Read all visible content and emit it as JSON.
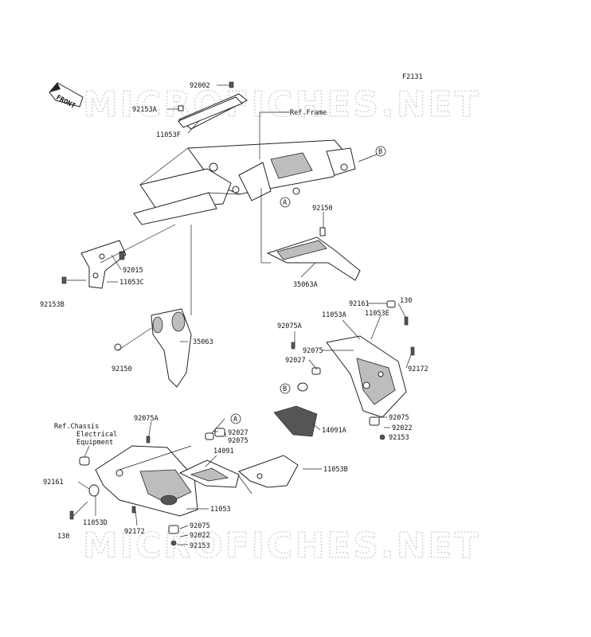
{
  "figure_code": "F2131",
  "watermark": "MICROFICHES.NET",
  "front_indicator": "FRONT",
  "references": {
    "frame": "Ref.Frame",
    "chassis_line1": "Ref.Chassis",
    "chassis_line2": "Electrical",
    "chassis_line3": "Equipment"
  },
  "callouts": [
    "A",
    "B"
  ],
  "part_labels": {
    "p92002": "92002",
    "p92153A": "92153A",
    "p11053F": "11053F",
    "p92150_top": "92150",
    "p92015": "92015",
    "p11053C": "11053C",
    "p92153B": "92153B",
    "p35063A": "35063A",
    "p35063": "35063",
    "p92150_mid": "92150",
    "p92161_r": "92161",
    "p130_r": "130",
    "p11053A": "11053A",
    "p11053E": "11053E",
    "p92075A_r": "92075A",
    "p92075_r1": "92075",
    "p92027_r": "92027",
    "p92172_r": "92172",
    "p92075_r2": "92075",
    "p92022_r": "92022",
    "p92153_r": "92153",
    "p14091A": "14091A",
    "p92075A_l": "92075A",
    "p92027_l": "92027",
    "p92075_l1": "92075",
    "p14091": "14091",
    "p92161_l": "92161",
    "p11053B": "11053B",
    "p11053": "11053",
    "p11053D": "11053D",
    "p130_l": "130",
    "p92172_l": "92172",
    "p92075_l2": "92075",
    "p92022_l": "92022",
    "p92153_l": "92153"
  }
}
